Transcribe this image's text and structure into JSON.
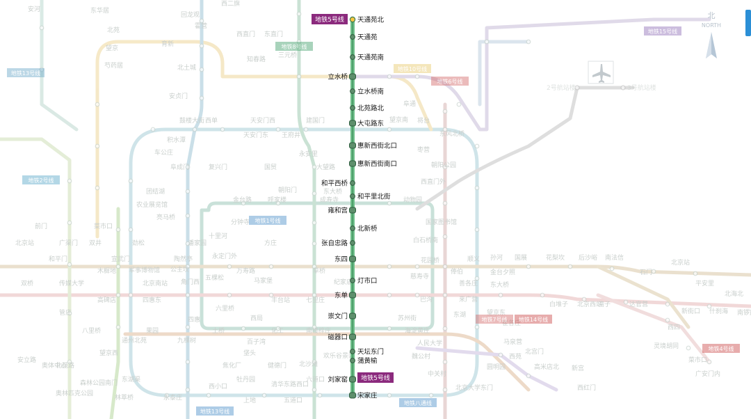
{
  "line5": {
    "name": "地铁5号线",
    "color": "#6fbf8a",
    "badge_color": "#8b2a7d",
    "stations": [
      "天通苑北",
      "天通苑",
      "天通苑南",
      "立水桥",
      "立水桥南",
      "北苑路北",
      "大屯路东",
      "惠新西街北口",
      "惠新西街南口",
      "和平西桥",
      "和平里北街",
      "雍和宫",
      "北新桥",
      "张自忠路",
      "东四",
      "灯市口",
      "东单",
      "崇文门",
      "磁器口",
      "天坛东门",
      "蒲黄榆",
      "刘家窑",
      "宋家庄"
    ]
  },
  "compass": {
    "cn": "北",
    "en": "NORTH"
  },
  "airport": {
    "icon": "airplane-icon",
    "stations": [
      "2号航站楼",
      "3号航站楼"
    ]
  },
  "badges": [
    "地铁13号线",
    "地铁8号线",
    "地铁15号线",
    "地铁10号线",
    "地铁6号线",
    "地铁2号线",
    "地铁1号线",
    "地铁7号线",
    "地铁14号线",
    "地铁4号线",
    "地铁八通线"
  ],
  "background_labels": [
    "安河",
    "东华居",
    "西二旗",
    "回龙观",
    "霍营",
    "育新",
    "北苑",
    "望京",
    "芍药居",
    "西直门",
    "东直门",
    "三元桥",
    "知春路",
    "北土城",
    "安贞门",
    "鼓楼大街",
    "积水潭",
    "车公庄",
    "阜成门",
    "复兴门",
    "西单",
    "天安门西",
    "天安门东",
    "王府井",
    "建国门",
    "永安里",
    "国贸",
    "大望路",
    "朝阳门",
    "东大桥",
    "呼家楼",
    "金台路",
    "团结湖",
    "农业展览馆",
    "亮马桥",
    "菜市口",
    "前门",
    "北京站",
    "广渠门",
    "双井",
    "劲松",
    "潘家园",
    "十里河",
    "分钟寺",
    "成寿寺",
    "方庄",
    "永定门外",
    "陶然亭",
    "宣武门",
    "和平门",
    "木樨地",
    "军事博物馆",
    "公主坟",
    "五棵松",
    "万寿路",
    "北京南站",
    "角门西",
    "马家堡",
    "草桥",
    "纪家庙",
    "丰台站",
    "七里庄",
    "西局",
    "六里桥",
    "四惠",
    "四惠东",
    "高碑店",
    "传媒大学",
    "双桥",
    "管庄",
    "八里桥",
    "通州北苑",
    "果园",
    "九棵树",
    "土桥",
    "百子湾",
    "化工",
    "南楼梓庄",
    "欢乐谷景区",
    "垡头",
    "焦化厂",
    "牡丹园",
    "健德门",
    "北沙滩",
    "六道口",
    "清华东路西口",
    "五道口",
    "上地",
    "西小口",
    "永泰庄",
    "林萃桥",
    "森林公园南门",
    "奥林匹克公园",
    "奥体中心",
    "安立路",
    "北苑路",
    "望京西",
    "东湖渠",
    "阜通",
    "望京南",
    "将台",
    "东风北桥",
    "枣营",
    "朝阳公园",
    "西直门外",
    "动物园",
    "国家图书馆",
    "白石桥南",
    "花园桥",
    "慈寿寺",
    "巴沟",
    "苏州街",
    "海淀黄庄",
    "人民大学",
    "魏公村",
    "中关村",
    "北京大学东门",
    "圆明园",
    "西苑",
    "北宫门",
    "高米店北",
    "新宫",
    "西红门",
    "马泉营",
    "崔各庄",
    "望京东",
    "东湖",
    "来广营",
    "善各庄",
    "俸伯",
    "顺义",
    "孙河",
    "国展",
    "花梨坎",
    "后沙峪",
    "南法信",
    "石门",
    "北京站",
    "平安里",
    "北海北",
    "南锣鼓巷",
    "什刹海",
    "新街口",
    "西四",
    "灵境胡同",
    "菜市口",
    "广安门内",
    "达官营",
    "湾子",
    "北京西站",
    "白堆子",
    "金台夕照",
    "东大桥"
  ]
}
